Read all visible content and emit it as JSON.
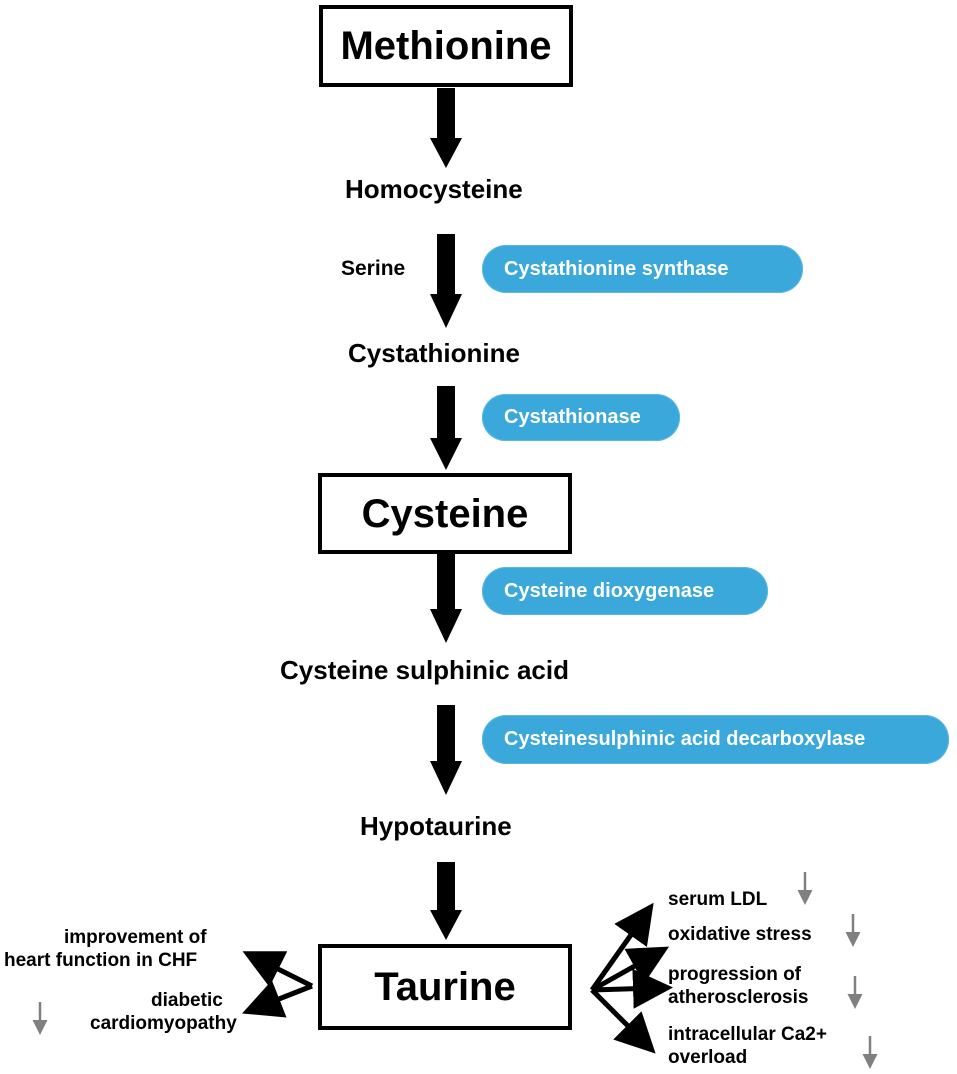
{
  "pathway": {
    "methionine": "Methionine",
    "homocysteine": "Homocysteine",
    "serine": "Serine",
    "cystathionine": "Cystathionine",
    "cysteine": "Cysteine",
    "cysteine_sulphinic_acid": "Cysteine sulphinic acid",
    "hypotaurine": "Hypotaurine",
    "taurine": "Taurine"
  },
  "enzymes": {
    "cystathionine_synthase": "Cystathionine synthase",
    "cystathionase": "Cystathionase",
    "cysteine_dioxygenase": "Cysteine dioxygenase",
    "decarboxylase": "Cysteinesulphinic acid decarboxylase"
  },
  "left_effects": {
    "heart_line1": "improvement of",
    "heart_line2": "heart function in CHF",
    "diabetic_line1": "diabetic",
    "diabetic_line2": "cardiomyopathy"
  },
  "right_effects": {
    "ldl": "serum LDL",
    "oxidative": "oxidative stress",
    "athero_line1": "progression of",
    "athero_line2": "atherosclerosis",
    "calcium_line1": "intracellular Ca2+",
    "calcium_line2": "overload"
  },
  "colors": {
    "enzyme_pill": "#3ba8dc",
    "down_arrow": "#808080"
  }
}
